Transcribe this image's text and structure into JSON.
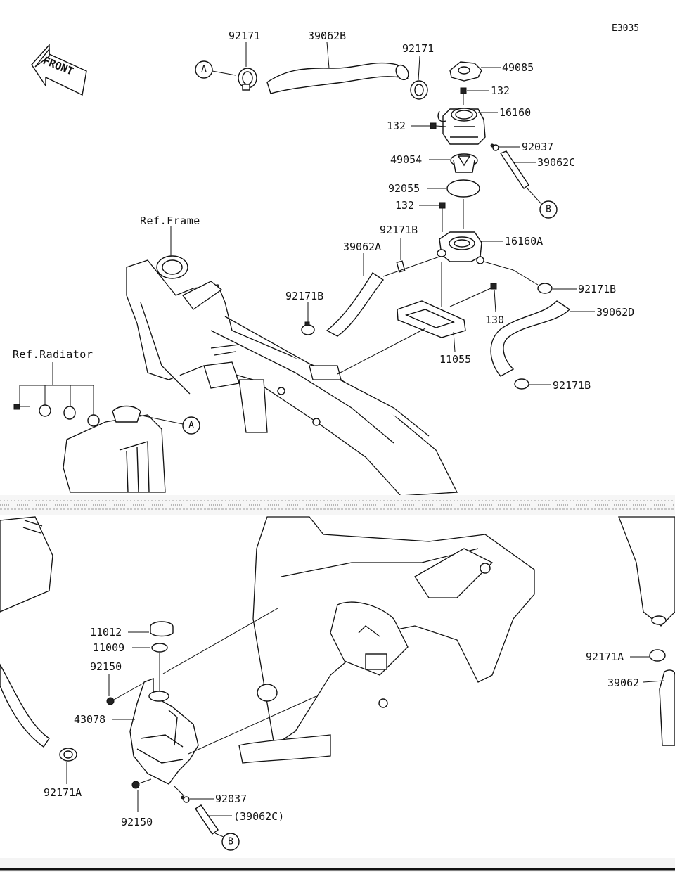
{
  "diagram_code": "E3035",
  "front_label": "FRONT",
  "reference_labels": {
    "frame": "Ref.Frame",
    "radiator": "Ref.Radiator"
  },
  "connectors": {
    "a": "A",
    "b": "B"
  },
  "part_labels": {
    "p_92171_top_left": "92171",
    "p_39062B": "39062B",
    "p_92171_top_right": "92171",
    "p_49085": "49085",
    "p_132_a": "132",
    "p_16160": "16160",
    "p_132_b": "132",
    "p_92037_top": "92037",
    "p_49054": "49054",
    "p_39062C": "39062C",
    "p_92055": "92055",
    "p_132_c": "132",
    "p_92171B_a": "92171B",
    "p_39062A": "39062A",
    "p_16160A": "16160A",
    "p_92171B_left": "92171B",
    "p_92171B_right": "92171B",
    "p_39062D": "39062D",
    "p_130": "130",
    "p_11055": "11055",
    "p_92171B_bottom": "92171B",
    "p_11012": "11012",
    "p_11009": "11009",
    "p_92150_a": "92150",
    "p_43078": "43078",
    "p_92150_b": "92150",
    "p_92037_bottom": "92037",
    "p_39062C_paren": "(39062C)",
    "p_92171A_left": "92171A",
    "p_92171A_right": "92171A",
    "p_39062": "39062"
  }
}
